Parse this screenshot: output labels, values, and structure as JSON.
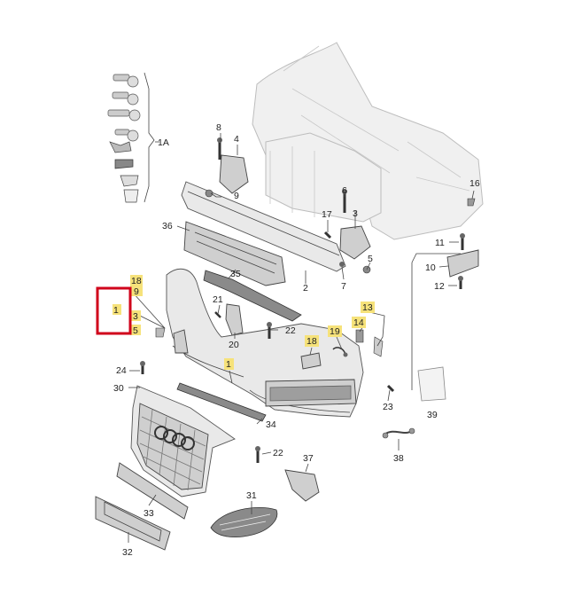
{
  "callouts": [
    {
      "id": "1A",
      "text": "1A",
      "highlight": false
    },
    {
      "id": "8",
      "text": "8",
      "highlight": false
    },
    {
      "id": "4",
      "text": "4",
      "highlight": false
    },
    {
      "id": "9",
      "text": "9",
      "highlight": false
    },
    {
      "id": "6",
      "text": "6",
      "highlight": false
    },
    {
      "id": "17",
      "text": "17",
      "highlight": false
    },
    {
      "id": "3a",
      "text": "3",
      "highlight": false
    },
    {
      "id": "16",
      "text": "16",
      "highlight": false
    },
    {
      "id": "36",
      "text": "36",
      "highlight": false
    },
    {
      "id": "11",
      "text": "11",
      "highlight": false
    },
    {
      "id": "10",
      "text": "10",
      "highlight": false
    },
    {
      "id": "12",
      "text": "12",
      "highlight": false
    },
    {
      "id": "5a",
      "text": "5",
      "highlight": false
    },
    {
      "id": "7",
      "text": "7",
      "highlight": false
    },
    {
      "id": "35",
      "text": "35",
      "highlight": false
    },
    {
      "id": "2",
      "text": "2",
      "highlight": false
    },
    {
      "id": "18a",
      "text": "18",
      "highlight": true
    },
    {
      "id": "9b",
      "text": "9",
      "highlight": true
    },
    {
      "id": "1left",
      "text": "1",
      "highlight": true
    },
    {
      "id": "3b",
      "text": "3",
      "highlight": true
    },
    {
      "id": "5b",
      "text": "5",
      "highlight": true
    },
    {
      "id": "21",
      "text": "21",
      "highlight": false
    },
    {
      "id": "20",
      "text": "20",
      "highlight": false
    },
    {
      "id": "22a",
      "text": "22",
      "highlight": false
    },
    {
      "id": "13",
      "text": "13",
      "highlight": true
    },
    {
      "id": "19",
      "text": "19",
      "highlight": true
    },
    {
      "id": "14",
      "text": "14",
      "highlight": true
    },
    {
      "id": "18b",
      "text": "18",
      "highlight": true
    },
    {
      "id": "1main",
      "text": "1",
      "highlight": true
    },
    {
      "id": "24",
      "text": "24",
      "highlight": false
    },
    {
      "id": "30",
      "text": "30",
      "highlight": false
    },
    {
      "id": "23",
      "text": "23",
      "highlight": false
    },
    {
      "id": "39",
      "text": "39",
      "highlight": false
    },
    {
      "id": "34",
      "text": "34",
      "highlight": false
    },
    {
      "id": "38",
      "text": "38",
      "highlight": false
    },
    {
      "id": "22b",
      "text": "22",
      "highlight": false
    },
    {
      "id": "37",
      "text": "37",
      "highlight": false
    },
    {
      "id": "31",
      "text": "31",
      "highlight": false
    },
    {
      "id": "33",
      "text": "33",
      "highlight": false
    },
    {
      "id": "32",
      "text": "32",
      "highlight": false
    }
  ],
  "colors": {
    "callout_highlight": "#f6e27a",
    "selection_box": "#d0021b",
    "line": "#444444"
  },
  "selection": {
    "target_callout": "1"
  }
}
